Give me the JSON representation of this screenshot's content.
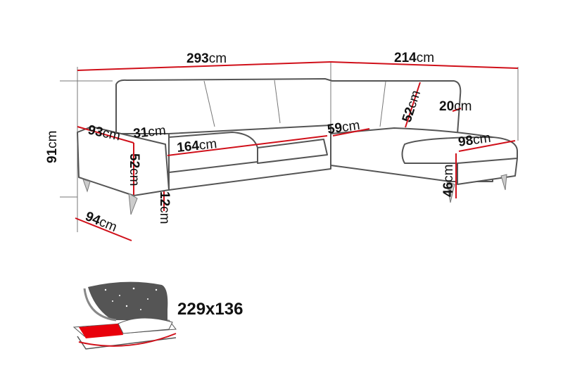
{
  "dimensions": {
    "total_left_width": {
      "value": "293",
      "unit": "cm"
    },
    "total_right_width": {
      "value": "214",
      "unit": "cm"
    },
    "total_height": {
      "value": "91",
      "unit": "cm"
    },
    "armrest_depth": {
      "value": "93",
      "unit": "cm"
    },
    "armrest_width": {
      "value": "31",
      "unit": "cm"
    },
    "seat_width": {
      "value": "164",
      "unit": "cm"
    },
    "armrest_height": {
      "value": "52",
      "unit": "cm"
    },
    "leg_height": {
      "value": "12",
      "unit": "cm"
    },
    "sofa_depth": {
      "value": "94",
      "unit": "cm"
    },
    "corner_seat": {
      "value": "59",
      "unit": "cm"
    },
    "back_height": {
      "value": "52",
      "unit": "cm"
    },
    "back_cushion_depth": {
      "value": "20",
      "unit": "cm"
    },
    "chaise_width": {
      "value": "98",
      "unit": "cm"
    },
    "seat_height": {
      "value": "46",
      "unit": "cm"
    }
  },
  "bed": {
    "size": "229x136"
  },
  "colors": {
    "dimension_line": "#d0101a",
    "bed_area": "#e8000b"
  }
}
